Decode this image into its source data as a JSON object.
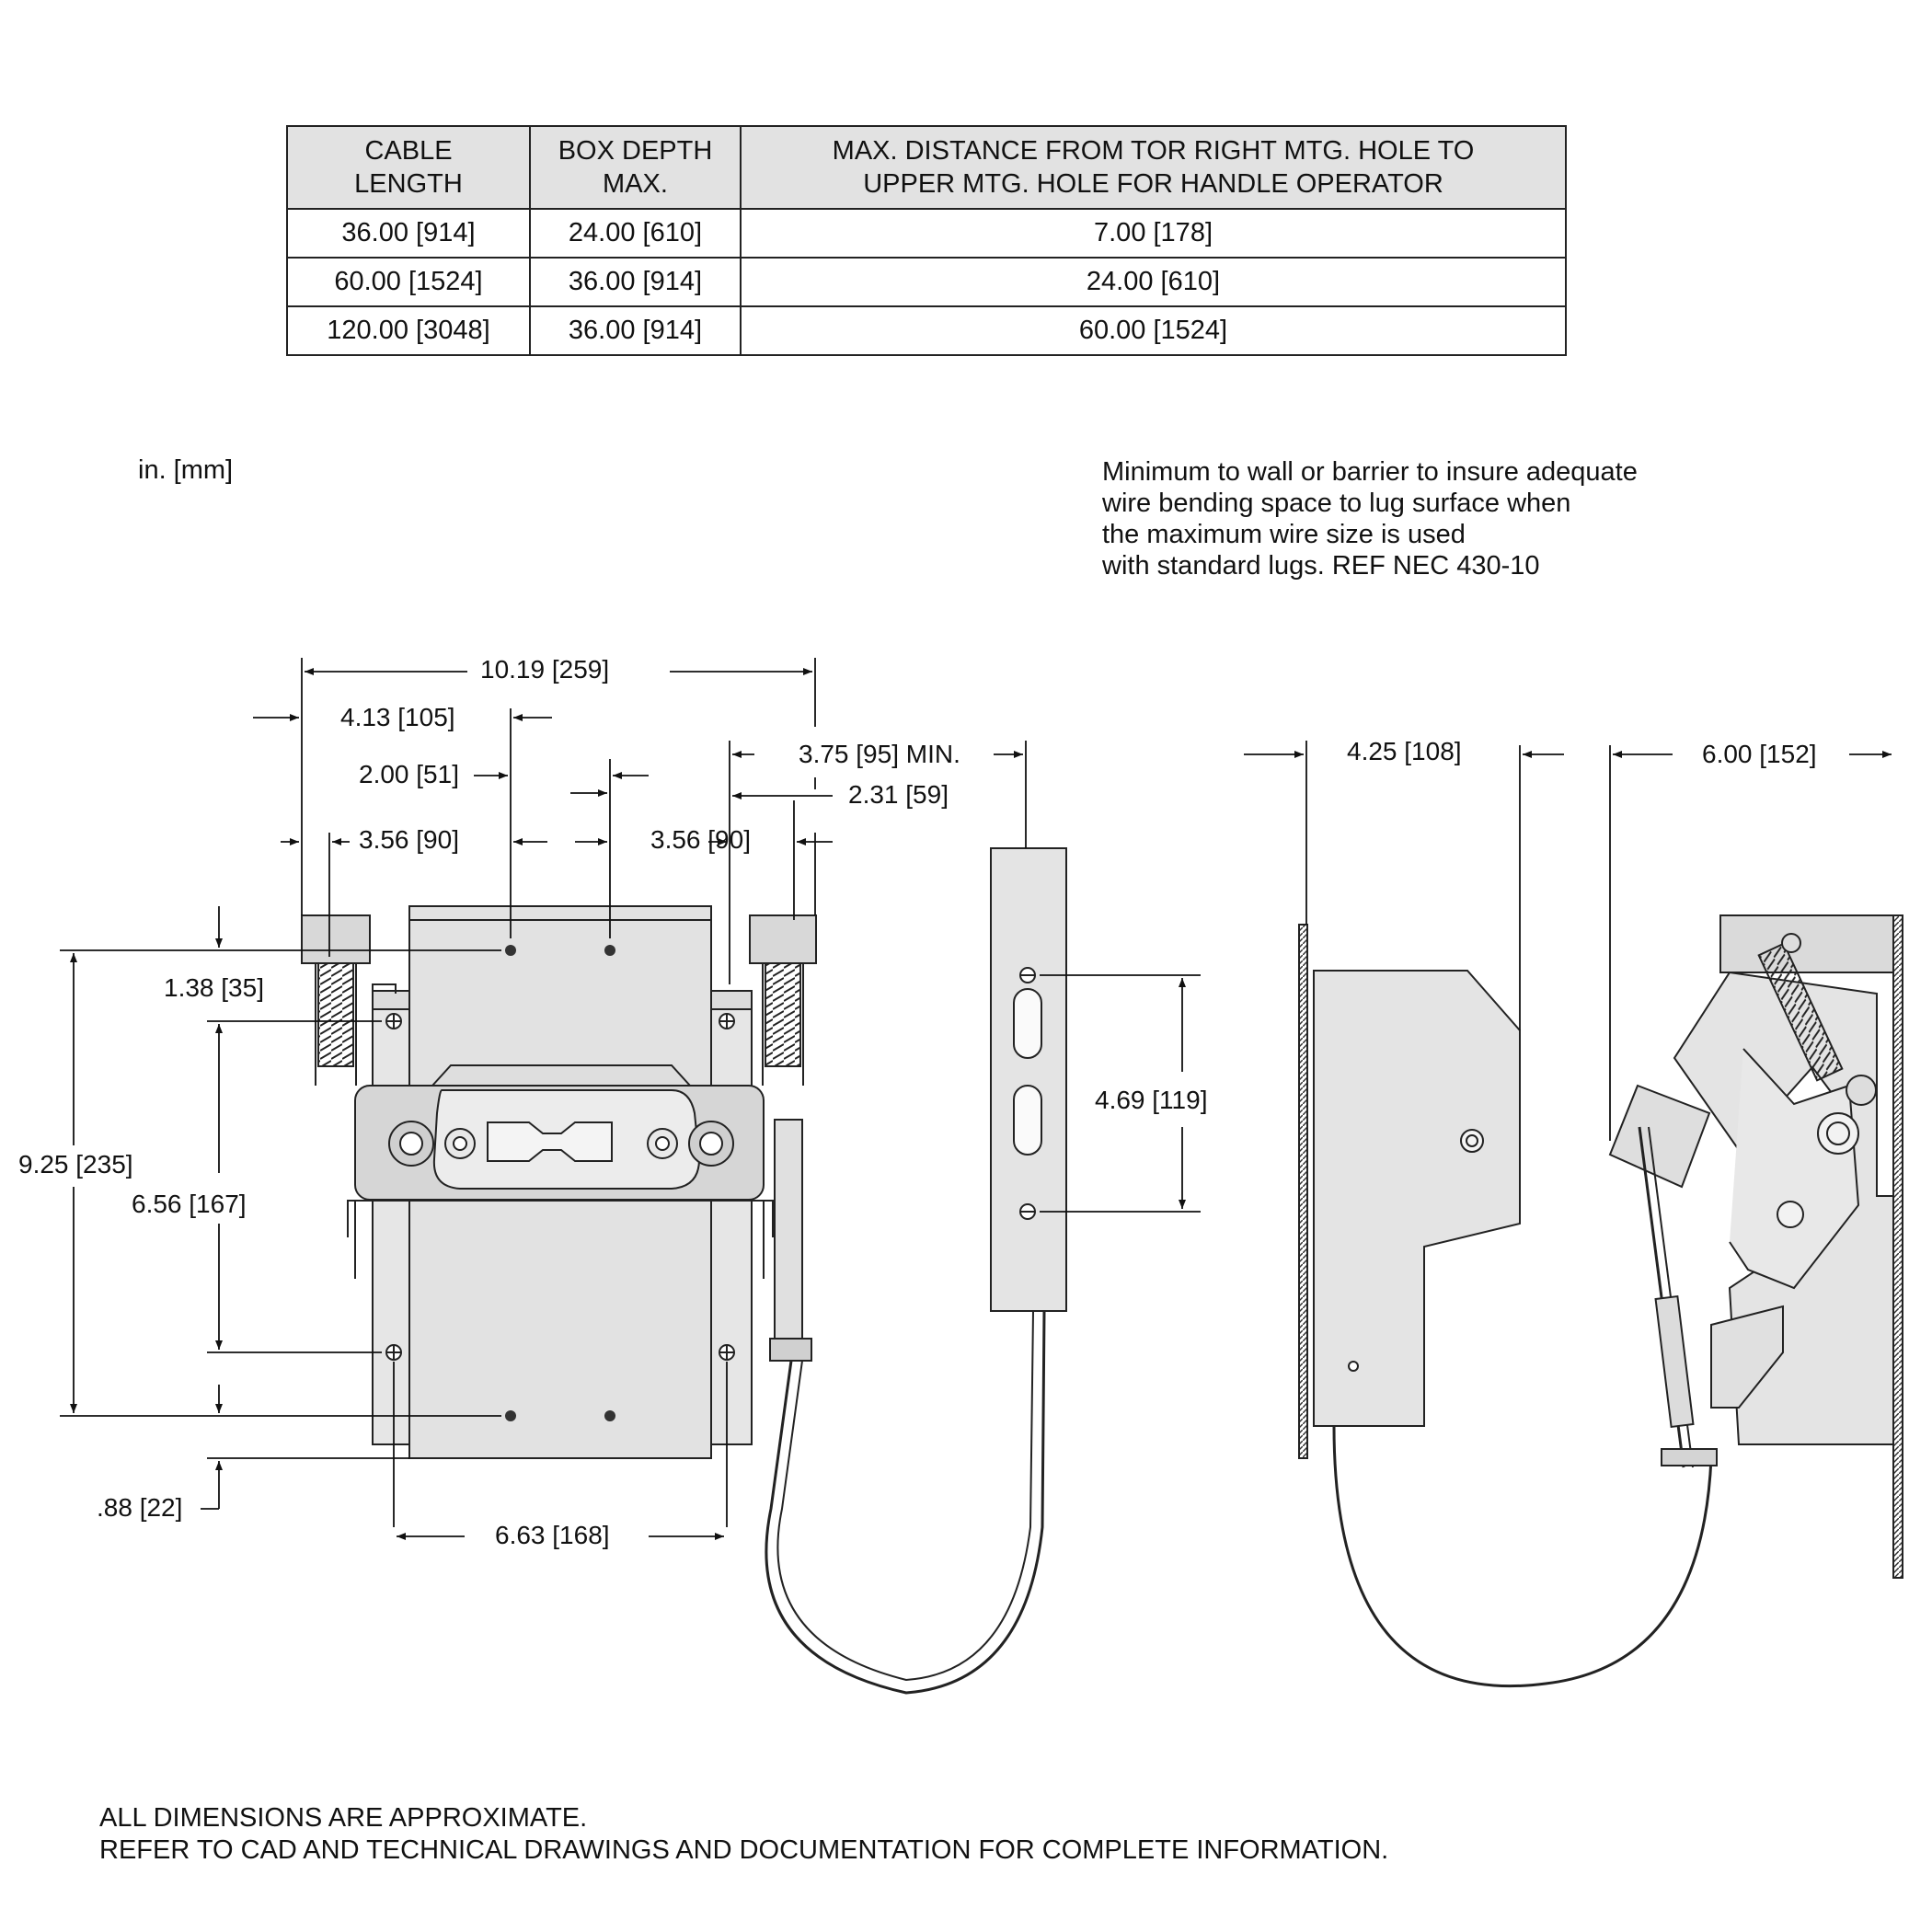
{
  "table": {
    "headers": [
      "CABLE\nLENGTH",
      "BOX DEPTH\nMAX.",
      "MAX. DISTANCE FROM TOR RIGHT MTG. HOLE TO\nUPPER MTG. HOLE FOR HANDLE OPERATOR"
    ],
    "rows": [
      [
        "36.00 [914]",
        "24.00 [610]",
        "7.00 [178]"
      ],
      [
        "60.00 [1524]",
        "36.00 [914]",
        "24.00 [610]"
      ],
      [
        "120.00 [3048]",
        "36.00 [914]",
        "60.00 [1524]"
      ]
    ]
  },
  "units": "in. [mm]",
  "wall_note": "Minimum to wall or barrier to insure adequate\nwire bending space to lug surface when\nthe maximum wire size is used\nwith standard lugs. REF NEC 430-10",
  "dims": {
    "overall_width": "10.19 [259]",
    "left_to_hole": "4.13 [105]",
    "hole_spacing": "2.00 [51]",
    "left_spring": "3.56 [90]",
    "right_spring": "3.56 [90]",
    "min_clearance": "3.75 [95] MIN.",
    "handle_offset": "2.31 [59]",
    "side_depth": "4.25 [108]",
    "handle_depth": "6.00 [152]",
    "top_offset": "1.38 [35]",
    "overall_height": "9.25 [235]",
    "hole_vertical": "6.56 [167]",
    "bottom_offset": ".88 [22]",
    "base_width": "6.63 [168]",
    "handle_hole_spacing": "4.69 [119]"
  },
  "footer": "ALL DIMENSIONS ARE APPROXIMATE.\nREFER TO CAD AND TECHNICAL DRAWINGS AND DOCUMENTATION FOR COMPLETE INFORMATION."
}
